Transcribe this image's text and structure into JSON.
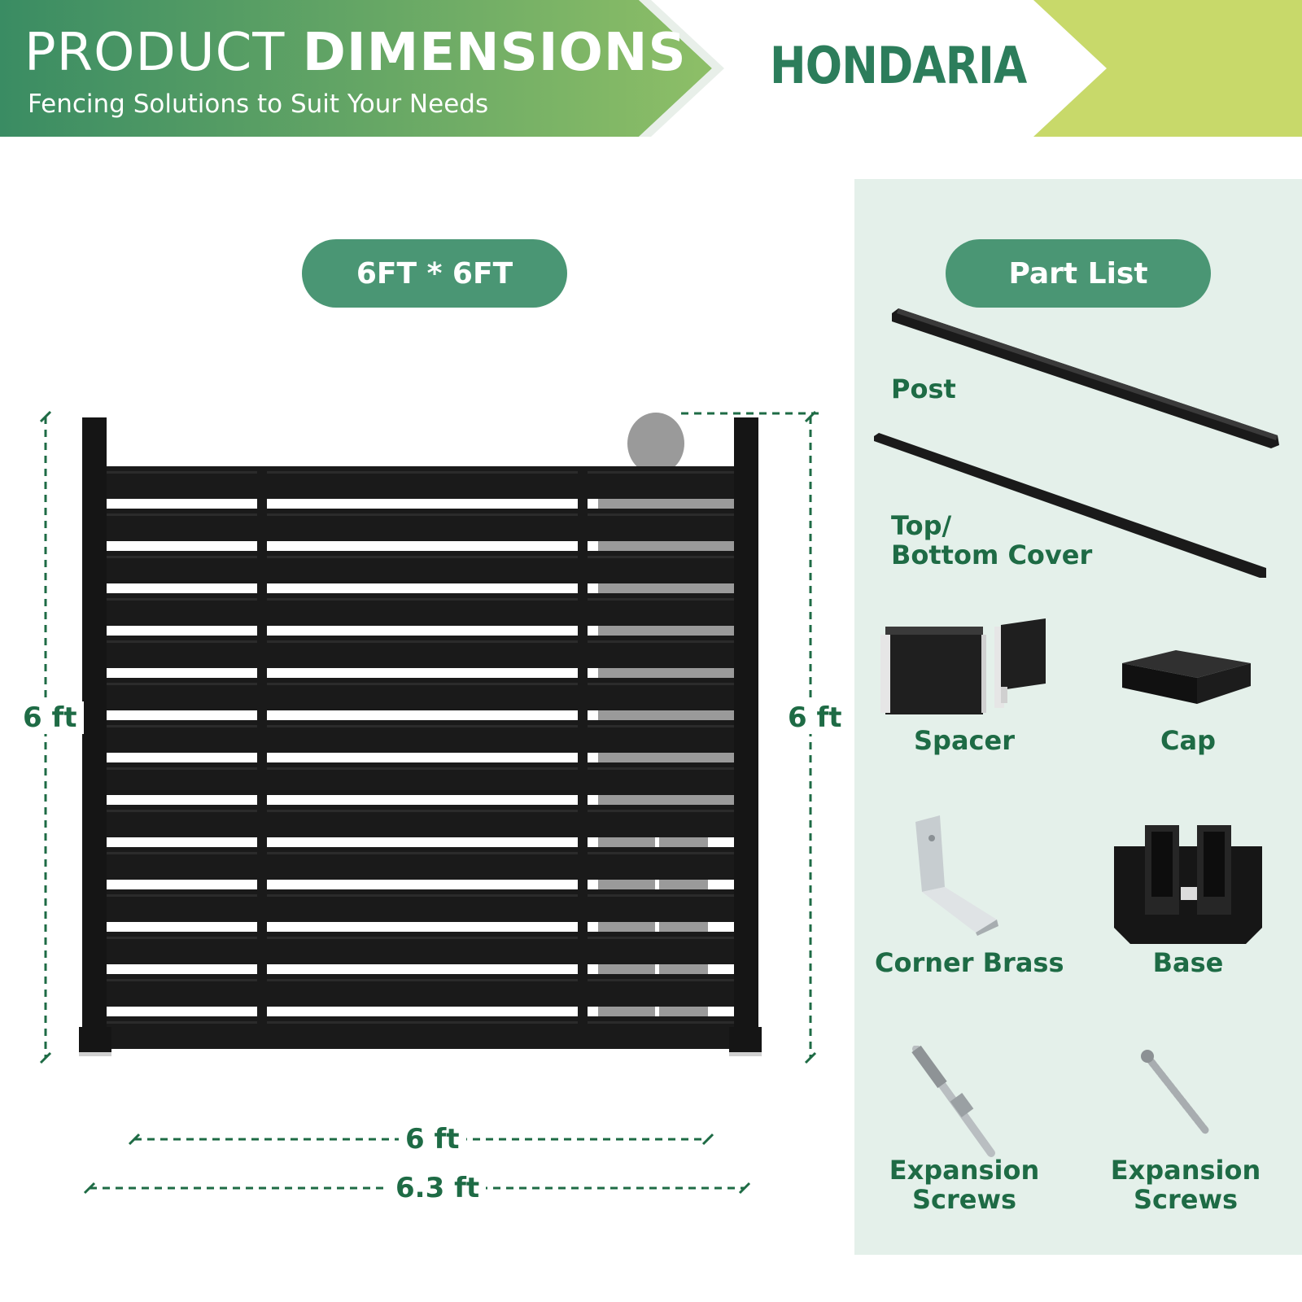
{
  "header": {
    "title_light": "PRODUCT",
    "title_bold": "DIMENSIONS",
    "subtitle": "Fencing Solutions to Suit Your Needs",
    "brand": "HONDARIA"
  },
  "size_pill": "6FT * 6FT",
  "dimensions": {
    "left_height": "6 ft",
    "right_height": "6 ft",
    "panel_width": "6 ft",
    "total_width": "6.3 ft"
  },
  "part_list": {
    "title": "Part List",
    "items": [
      {
        "label": "Post",
        "icon": "post-icon"
      },
      {
        "label_line1": "Top/",
        "label_line2": "Bottom Cover",
        "icon": "cover-rail-icon"
      },
      {
        "label": "Spacer",
        "icon": "spacer-icon"
      },
      {
        "label": "Cap",
        "icon": "post-cap-icon"
      },
      {
        "label": "Corner Brass",
        "icon": "corner-bracket-icon"
      },
      {
        "label": "Base",
        "icon": "post-base-icon"
      },
      {
        "label_line1": "Expansion",
        "label_line2": "Screws",
        "icon": "anchor-bolt-icon"
      },
      {
        "label_line1": "Expansion",
        "label_line2": "Screws",
        "icon": "wood-screw-icon"
      }
    ]
  },
  "colors": {
    "brand_green": "#1e6b45",
    "pill_green": "#4a9674",
    "panel_bg": "#e4f0ea",
    "lime": "#c8d96a"
  }
}
